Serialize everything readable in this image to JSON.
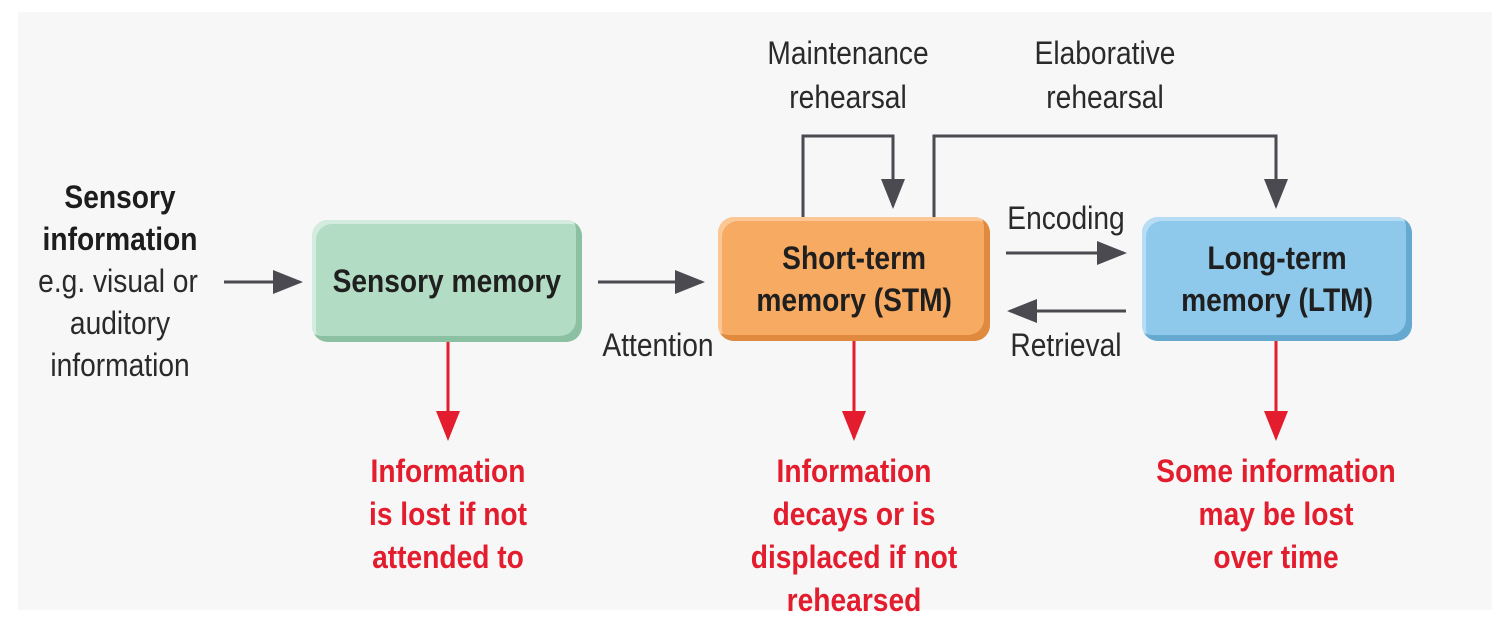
{
  "input": {
    "title_line1": "Sensory",
    "title_line2": "information",
    "desc_line1": "e.g. visual or",
    "desc_line2": "auditory",
    "desc_line3": "information"
  },
  "boxes": {
    "sensory": {
      "label": "Sensory memory"
    },
    "stm": {
      "line1": "Short-term",
      "line2": "memory (STM)"
    },
    "ltm": {
      "line1": "Long-term",
      "line2": "memory (LTM)"
    }
  },
  "labels": {
    "attention": "Attention",
    "encoding": "Encoding",
    "retrieval": "Retrieval",
    "maintenance_line1": "Maintenance",
    "maintenance_line2": "rehearsal",
    "elaborative_line1": "Elaborative",
    "elaborative_line2": "rehearsal"
  },
  "outcomes": {
    "sensory": [
      "Information",
      "is lost if not",
      "attended to"
    ],
    "stm": [
      "Information",
      "decays or is",
      "displaced if not",
      "rehearsed"
    ],
    "ltm": [
      "Some information",
      "may be lost",
      "over time"
    ]
  },
  "colors": {
    "arrow": "#4a4a50",
    "loss_arrow": "#e31d2d",
    "sensory_box": "#b3dcc4",
    "stm_box": "#f7aa62",
    "ltm_box": "#8ec8ea",
    "loss_text": "#e31d2d"
  }
}
